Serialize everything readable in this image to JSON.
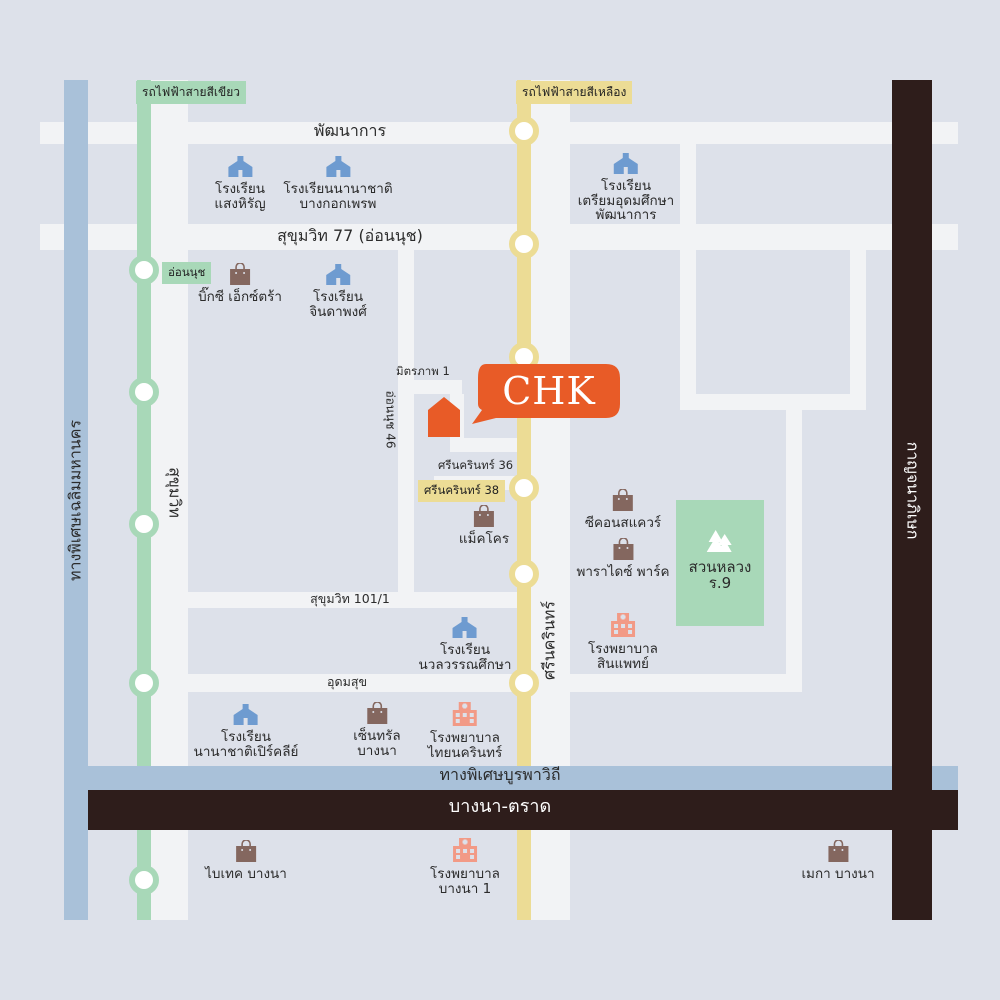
{
  "colors": {
    "background": "#dde1ea",
    "road": "#f2f3f5",
    "green_line": "#a8d8b8",
    "yellow_line": "#ecdc95",
    "expressway_blue": "#a9c1d9",
    "dark_road": "#2e1d1b",
    "brand_orange": "#e85b27",
    "park_green": "#a8d8b8",
    "school_icon": "#6e9bd0",
    "hospital_icon": "#f29a86",
    "shop_icon": "#84675f"
  },
  "lines": {
    "green_line_label": "รถไฟฟ้าสายสีเขียว",
    "yellow_line_label": "รถไฟฟ้าสายสีเหลือง",
    "onnut_station": "อ่อนนุช",
    "srinakarin38_station": "ศรีนครินทร์ 38"
  },
  "roads": {
    "pattanakan": "พัฒนาการ",
    "sukhumvit77": "สุขุมวิท 77 (อ่อนนุช)",
    "sukhumvit": "สุขุมวิท",
    "srinakarin": "ศรีนครินทร์",
    "onnut46": "อ่อนนุช 46",
    "mittraphap1": "มิตรภาพ 1",
    "srinakarin36": "ศรีนครินทร์ 36",
    "sukhumvit101_1": "สุขุมวิท 101/1",
    "udomsuk": "อุดมสุข",
    "burapha_withi": "ทางพิเศษบูรพาวิถี",
    "bangna_trad": "บางนา-ตราด",
    "chalerm_mahanakorn": "ทางพิเศษเฉลิมมหานคร",
    "kanchanaphisek": "กาญจนาภิเษก"
  },
  "brand": {
    "logo_text": "CHK"
  },
  "pois": {
    "school_saengsirin": [
      "โรงเรียน",
      "แสงหิรัญ"
    ],
    "school_bangkok_prep": [
      "โรงเรียนนานาชาติ",
      "บางกอกเพรพ"
    ],
    "school_triam_pattanakan": [
      "โรงเรียน",
      "เตรียมอุดมศึกษา",
      "พัฒนาการ"
    ],
    "bigc_extra": [
      "บิ๊กซี เอ็กซ์ตร้า"
    ],
    "school_chindaphong": [
      "โรงเรียน",
      "จินดาพงศ์"
    ],
    "makro": [
      "แม็คโคร"
    ],
    "seacon_square": [
      "ซีคอนสแควร์"
    ],
    "paradise_park": [
      "พาราไดซ์ พาร์ค"
    ],
    "suan_luang": [
      "สวนหลวง",
      "ร.9"
    ],
    "school_nawaloworn": [
      "โรงเรียน",
      "นวลวรรณศึกษา"
    ],
    "hospital_sinphaet": [
      "โรงพยาบาล",
      "สินแพทย์"
    ],
    "school_pearl": [
      "โรงเรียน",
      "นานาชาติเปิร์คลีย์"
    ],
    "central_bangna": [
      "เซ็นทรัล",
      "บางนา"
    ],
    "hospital_thainakarin": [
      "โรงพยาบาล",
      "ไทยนครินทร์"
    ],
    "bitec_bangna": [
      "ไบเทค บางนา"
    ],
    "hospital_bangna1": [
      "โรงพยาบาล",
      "บางนา 1"
    ],
    "mega_bangna": [
      "เมกา บางนา"
    ]
  }
}
